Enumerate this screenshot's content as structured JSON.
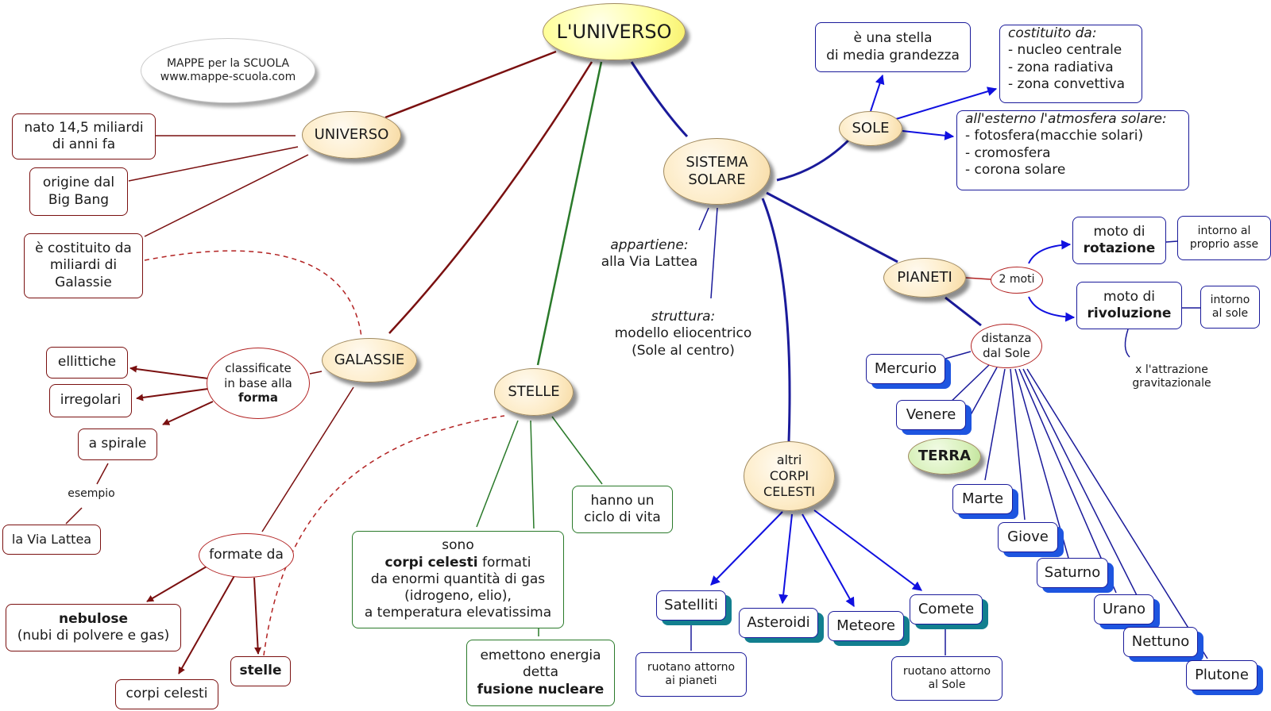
{
  "colors": {
    "universo_branch": "#7a1010",
    "stelle_branch": "#2a7a2a",
    "solare_branch": "#1a1a9a",
    "accent_arrow": "#1010e0"
  },
  "credit": {
    "line1": "MAPPE per la SCUOLA",
    "line2": "www.mappe-scuola.com"
  },
  "root": "L'UNIVERSO",
  "universo": {
    "title": "UNIVERSO",
    "nato": [
      "nato 14,5 miliardi",
      "di anni fa"
    ],
    "origine": [
      "origine dal",
      "Big Bang"
    ],
    "costituito": [
      "è costituito da",
      "miliardi di",
      "Galassie"
    ]
  },
  "galassie": {
    "title": "GALASSIE",
    "classificate": {
      "lines": [
        "classificate",
        "in base alla"
      ],
      "bold": "forma"
    },
    "ellittiche": "ellittiche",
    "irregolari": "irregolari",
    "spirale": "a spirale",
    "esempio": "esempio",
    "via_lattea": "la Via Lattea",
    "formate": "formate da",
    "nebulose": {
      "bold": "nebulose",
      "rest": "(nubi di polvere e gas)"
    },
    "corpi_celesti": "corpi celesti",
    "stelle": "stelle"
  },
  "stelle": {
    "title": "STELLE",
    "sono": {
      "l1": "sono",
      "bold": "corpi celesti",
      "l2rest": " formati",
      "l3": "da enormi quantità di gas",
      "l4": "(idrogeno, elio),",
      "l5": "a temperatura elevatissima"
    },
    "ciclo": [
      "hanno un",
      "ciclo di vita"
    ],
    "energia": {
      "l1": "emettono energia",
      "l2": "detta",
      "bold": "fusione nucleare"
    }
  },
  "sistema": {
    "title": [
      "SISTEMA",
      "SOLARE"
    ],
    "appartiene": {
      "label": "appartiene:",
      "value": "alla Via Lattea"
    },
    "struttura": {
      "label": "struttura:",
      "value1": "modello eliocentrico",
      "value2": "(Sole al centro)"
    }
  },
  "sole": {
    "title": "SOLE",
    "stella": [
      "è una stella",
      "di media grandezza"
    ],
    "costituito": {
      "label": "costituito da:",
      "items": [
        "- nucleo centrale",
        "- zona radiativa",
        "- zona convettiva"
      ]
    },
    "atmosfera": {
      "label": "all'esterno l'atmosfera solare:",
      "items": [
        "- fotosfera(macchie solari)",
        "- cromosfera",
        "- corona solare"
      ]
    }
  },
  "pianeti": {
    "title": "PIANETI",
    "moti": "2 moti",
    "rotazione": {
      "l1": "moto di",
      "bold": "rotazione"
    },
    "asse": [
      "intorno al",
      "proprio asse"
    ],
    "rivoluzione": {
      "l1": "moto di",
      "bold": "rivoluzione"
    },
    "intorno_sole": [
      "intorno",
      "al sole"
    ],
    "attrazione": [
      "x l'attrazione",
      "gravitazionale"
    ],
    "distanza": [
      "distanza",
      "dal Sole"
    ],
    "list": [
      "Mercurio",
      "Venere",
      "TERRA",
      "Marte",
      "Giove",
      "Saturno",
      "Urano",
      "Nettuno",
      "Plutone"
    ]
  },
  "corpi": {
    "title": [
      "altri",
      "CORPI",
      "CELESTI"
    ],
    "items": [
      "Satelliti",
      "Asteroidi",
      "Meteore",
      "Comete"
    ],
    "satelliti_note": [
      "ruotano attorno",
      "ai pianeti"
    ],
    "comete_note": [
      "ruotano attorno",
      "al Sole"
    ]
  }
}
